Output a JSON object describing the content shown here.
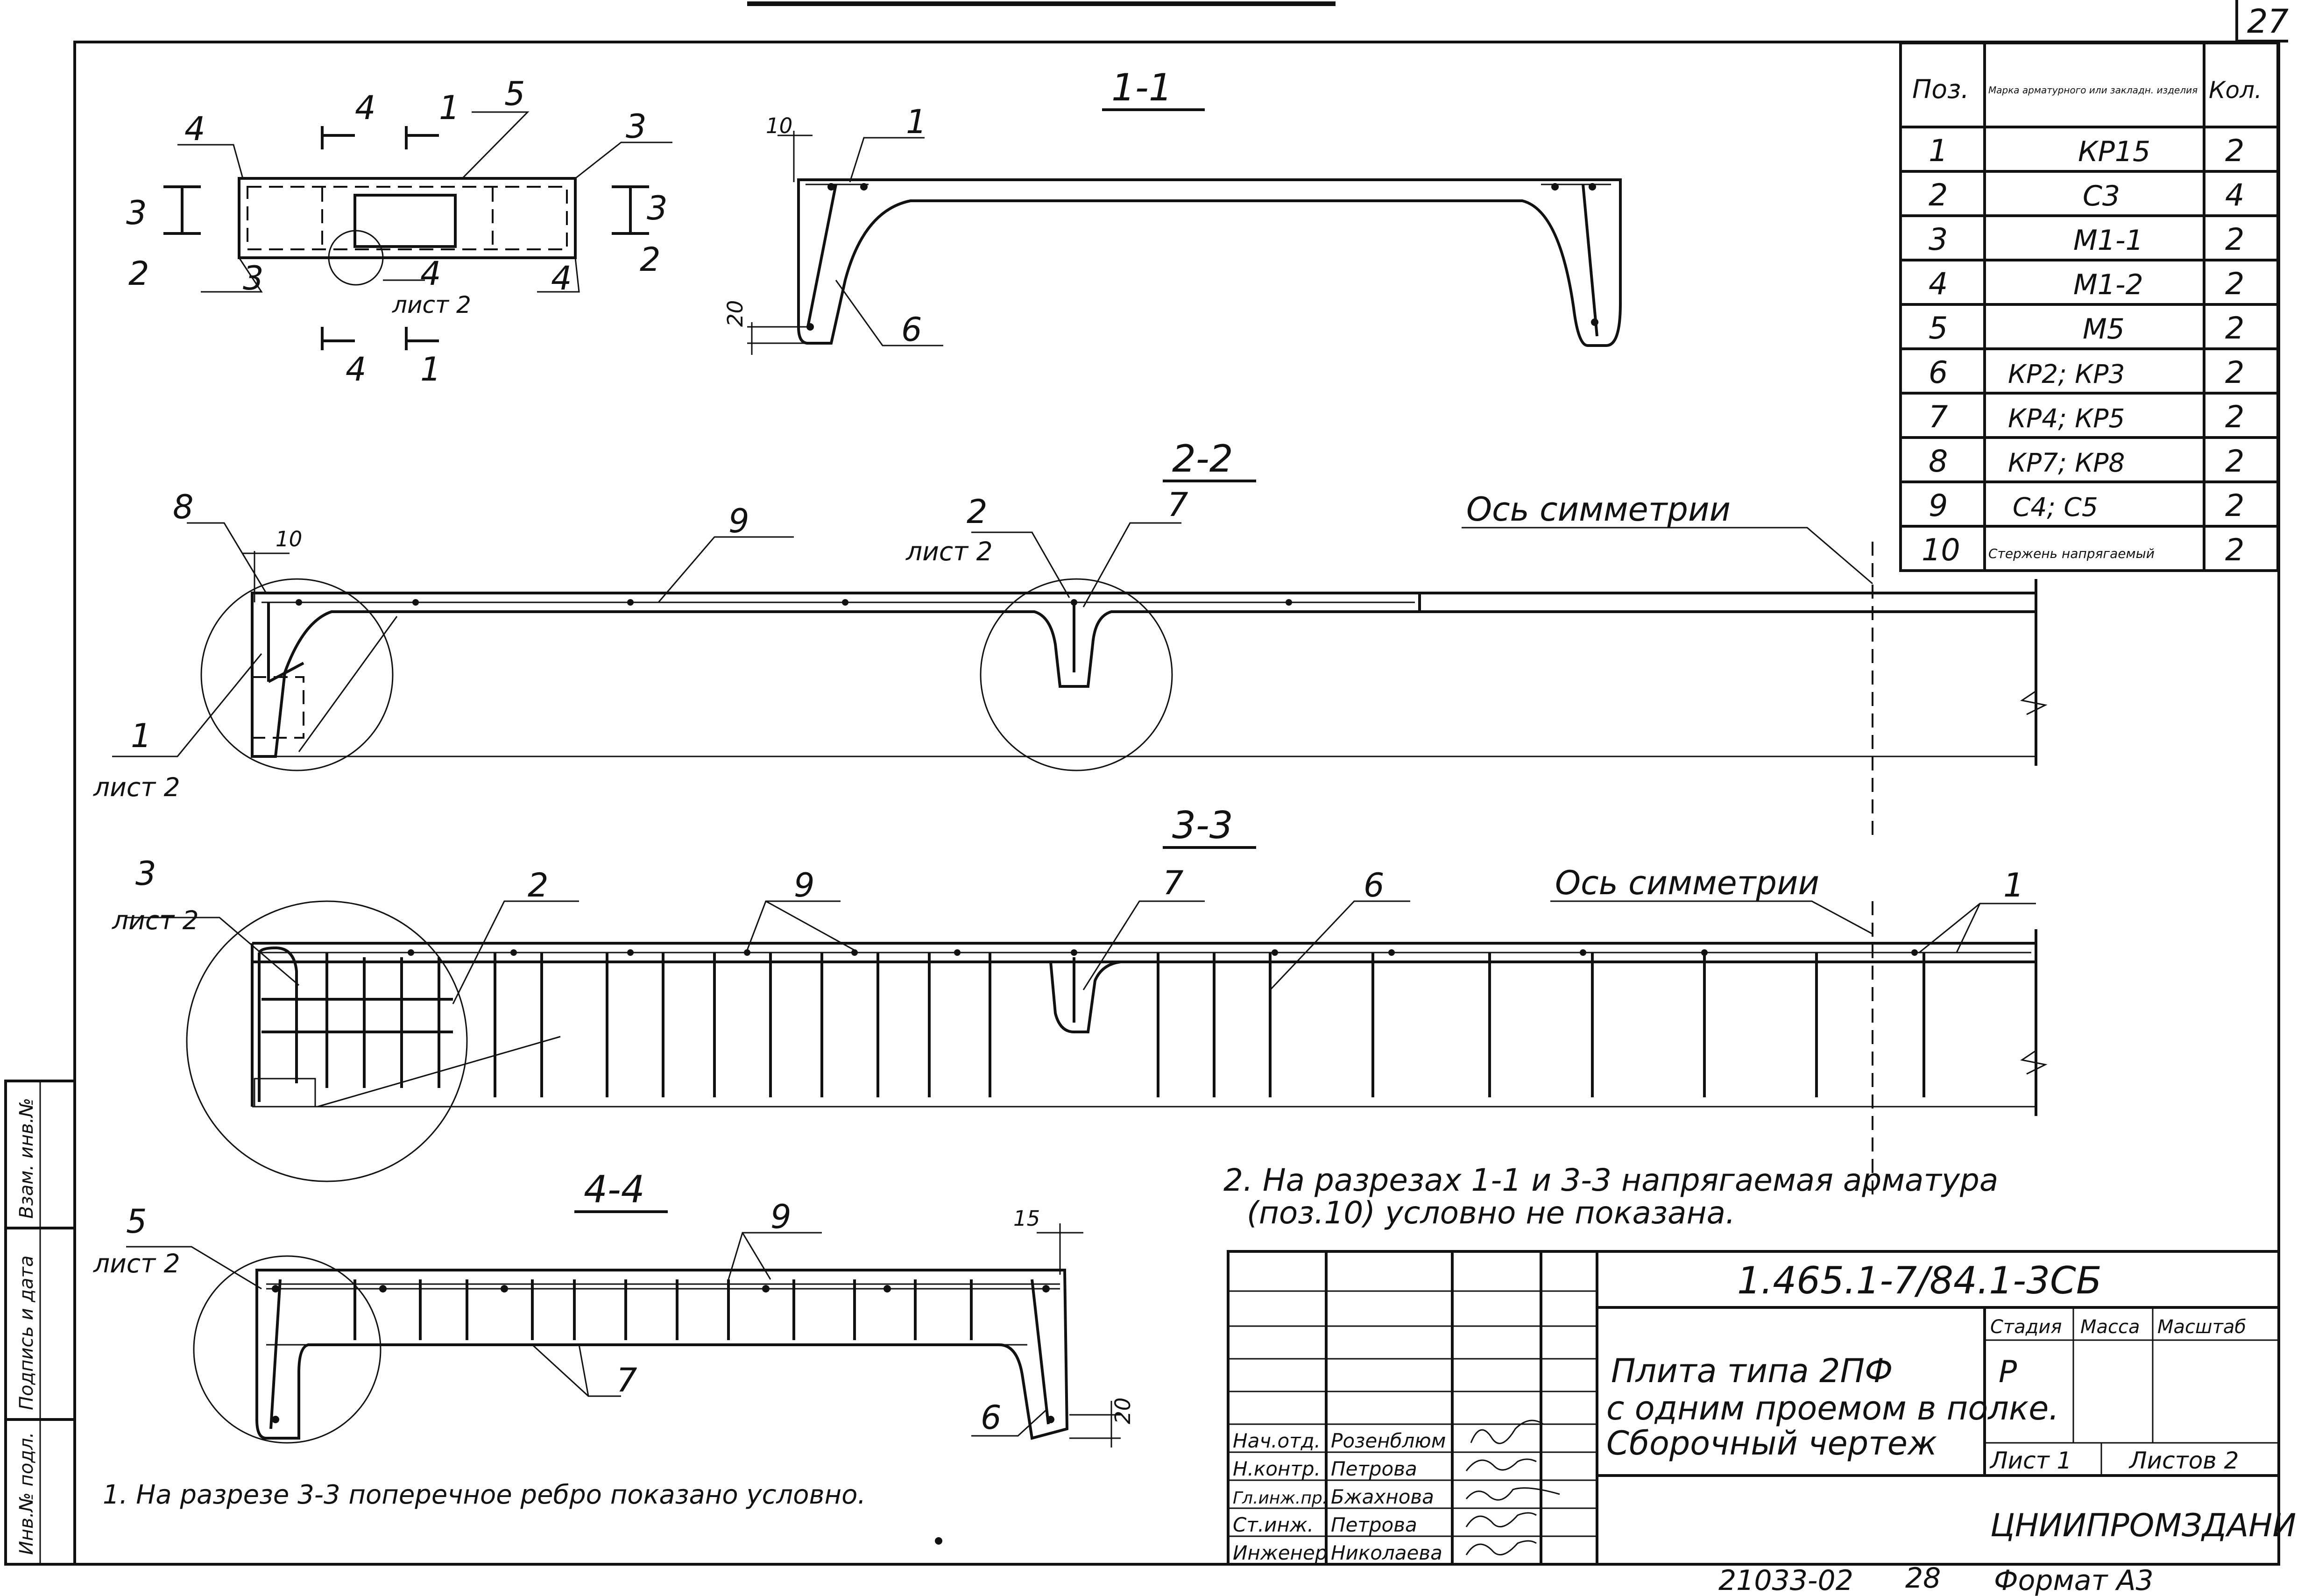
{
  "page_number": "27",
  "sections": {
    "s11": "1-1",
    "s22": "2-2",
    "s33": "3-3",
    "s44": "4-4"
  },
  "plan_labels": {
    "top_4a": "4",
    "top_1": "1",
    "top_5": "5",
    "top_3": "3",
    "top_4b": "4",
    "left_3": "3",
    "left_2": "2",
    "right_3": "3",
    "right_2": "2",
    "bottom_3": "3",
    "bottom_4a": "4",
    "bottom_4b": "4",
    "sheet_ref": "лист 2",
    "bot_4": "4",
    "bot_1": "1"
  },
  "s11_labels": {
    "dim10": "10",
    "dim20": "20",
    "pos1": "1",
    "pos6": "6"
  },
  "s22_labels": {
    "pos8": "8",
    "dim10": "10",
    "pos9": "9",
    "pos2": "2",
    "ref2": "лист 2",
    "pos7": "7",
    "axis": "Ось симметрии",
    "pos1": "1",
    "ref1": "лист 2"
  },
  "s33_labels": {
    "pos3": "3",
    "ref3": "лист 2",
    "pos2": "2",
    "pos9": "9",
    "pos7": "7",
    "pos6": "6",
    "axis": "Ось симметрии",
    "pos1": "1"
  },
  "s44_labels": {
    "pos5": "5",
    "ref5": "лист 2",
    "pos9": "9",
    "dim15": "15",
    "pos7": "7",
    "pos6": "6",
    "dim20": "20"
  },
  "spec_table": {
    "headers": [
      "Поз.",
      "Марка арматурного или закладн. изделия",
      "Кол."
    ],
    "rows": [
      [
        "1",
        "КР15",
        "2"
      ],
      [
        "2",
        "С3",
        "4"
      ],
      [
        "3",
        "М1-1",
        "2"
      ],
      [
        "4",
        "М1-2",
        "2"
      ],
      [
        "5",
        "М5",
        "2"
      ],
      [
        "6",
        "КР2; КР3",
        "2"
      ],
      [
        "7",
        "КР4; КР5",
        "2"
      ],
      [
        "8",
        "КР7; КР8",
        "2"
      ],
      [
        "9",
        "С4; С5",
        "2"
      ],
      [
        "10",
        "Стержень напрягаемый",
        "2"
      ]
    ]
  },
  "notes": {
    "note1": "1. На разрезе 3-3 поперечное ребро показано условно.",
    "note2_line1": "2. На разрезах 1-1 и 3-3 напрягаемая арматура",
    "note2_line2": "(поз.10) условно не показана."
  },
  "title_block": {
    "code": "1.465.1-7/84.1-3СБ",
    "title_line1": "Плита типа 2ПФ",
    "title_line2": "с одним проемом в полке.",
    "title_line3": "Сборочный чертеж",
    "stage_header": "Стадия",
    "mass_header": "Масса",
    "scale_header": "Масштаб",
    "stage": "Р",
    "sheet": "Лист 1",
    "sheets": "Листов 2",
    "org": "ЦНИИПРОМЗДАНИЙ",
    "signers": [
      {
        "role": "Нач.отд.",
        "name": "Розенблюм"
      },
      {
        "role": "Н.контр.",
        "name": "Петрова"
      },
      {
        "role": "Гл.инж.пр.",
        "name": "Бжахнова"
      },
      {
        "role": "Ст.инж.",
        "name": "Петрова"
      },
      {
        "role": "Инженер",
        "name": "Николаева"
      }
    ]
  },
  "left_stamp": {
    "c1": "Инв.№ подл.",
    "c2": "Подпись и дата",
    "c3": "Взам. инв.№"
  },
  "footer": {
    "archive": "21033-02",
    "page": "28",
    "format": "Формат А3"
  }
}
